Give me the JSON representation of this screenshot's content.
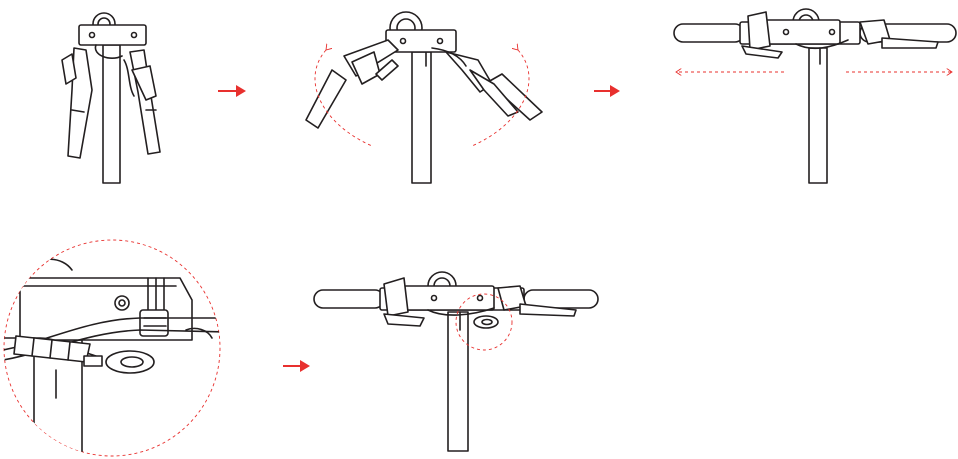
{
  "diagram": {
    "steps": [
      {
        "id": "step-1",
        "state": "handlebars-folded-down"
      },
      {
        "id": "step-2",
        "state": "handlebars-rotating-up"
      },
      {
        "id": "step-3",
        "state": "handlebars-extended-outward"
      },
      {
        "id": "step-4",
        "state": "cable-clip-detail-magnified"
      },
      {
        "id": "step-5",
        "state": "handlebars-assembled"
      }
    ],
    "arrows": [
      {
        "id": "arrow-1-to-2",
        "icon": "arrow-right-icon"
      },
      {
        "id": "arrow-2-to-3",
        "icon": "arrow-right-icon"
      },
      {
        "id": "arrow-4-to-5",
        "icon": "arrow-right-icon"
      }
    ],
    "colors": {
      "line": "#231f20",
      "accent": "#e8302e",
      "background": "#ffffff"
    }
  }
}
